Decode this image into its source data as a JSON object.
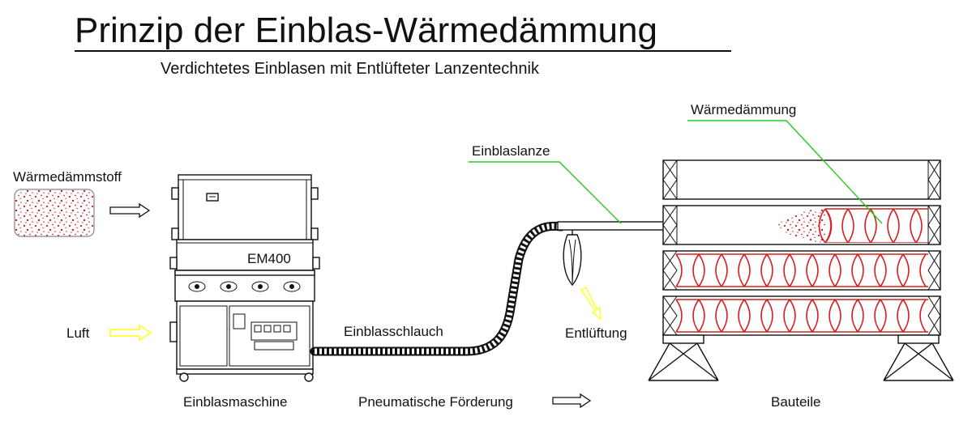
{
  "title": "Prinzip der Einblas-Wärmedämmung",
  "subtitle": "Verdichtetes Einblasen mit Entlüfteter Lanzentechnik",
  "labels": {
    "material": "Wärmedämmstoff",
    "air": "Luft",
    "machine_model": "EM400",
    "machine": "Einblasmaschine",
    "hose": "Einblasschlauch",
    "transport": "Pneumatische Förderung",
    "lance": "Einblaslanze",
    "insulation": "Wärmedämmung",
    "venting": "Entlüftung",
    "components": "Bauteile"
  },
  "colors": {
    "insulation": "#d42020",
    "leader": "#22cc22",
    "air_arrow": "#ffff33"
  }
}
